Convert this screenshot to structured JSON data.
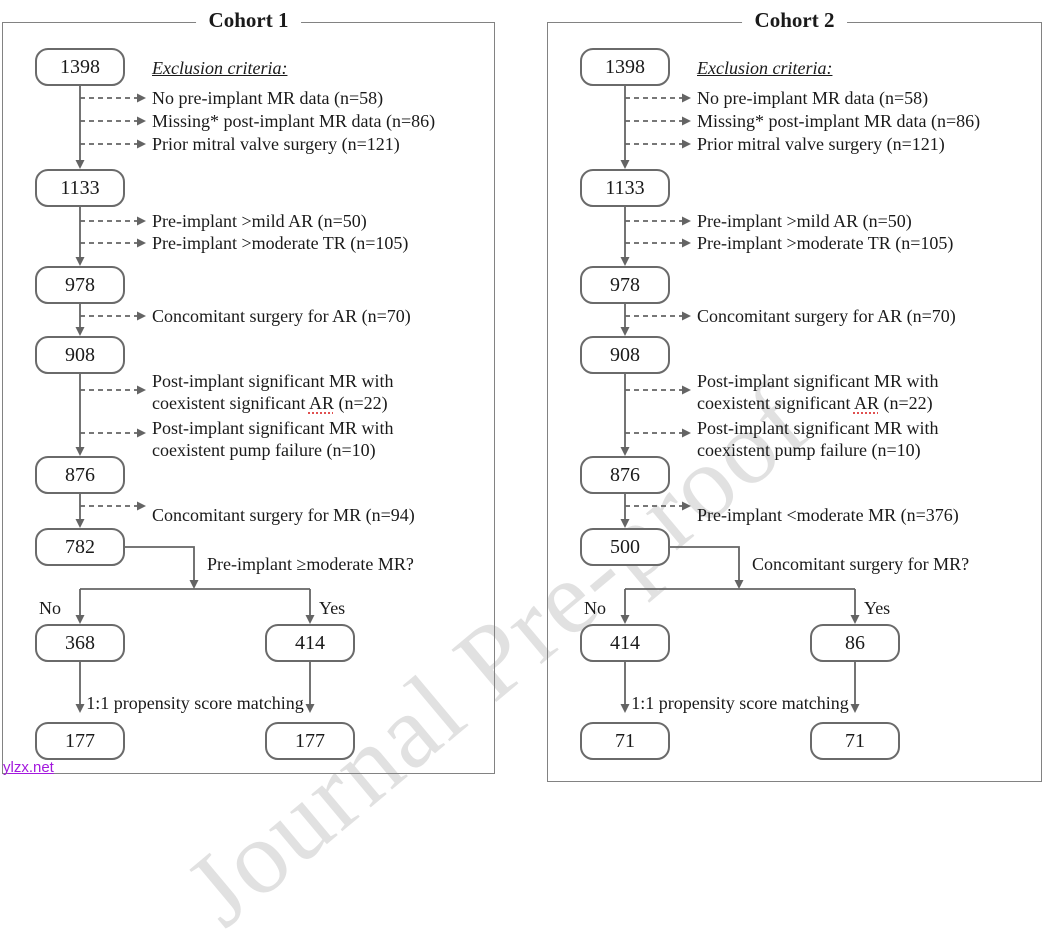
{
  "watermark": "Journal Pre-proof",
  "footer_link": "ylzx.net",
  "panels": [
    {
      "title": "Cohort 1",
      "exclusion_heading": "Exclusion criteria:",
      "flow_boxes": {
        "n1": "1398",
        "n2": "1133",
        "n3": "978",
        "n4": "908",
        "n5": "876",
        "n6": "782"
      },
      "criteria": [
        {
          "text": "No pre-implant MR data (n=58)"
        },
        {
          "text": "Missing* post-implant MR data (n=86)"
        },
        {
          "text": "Prior mitral valve surgery (n=121)"
        },
        {
          "text": "Pre-implant >mild AR (n=50)"
        },
        {
          "text": "Pre-implant >moderate TR (n=105)"
        },
        {
          "text": "Concomitant surgery for AR (n=70)"
        },
        {
          "line1": "Post-implant significant MR with",
          "line2_prefix": "coexistent significant ",
          "line2_marked": "AR",
          "line2_suffix": " (n=22)"
        },
        {
          "line1": "Post-implant significant MR with",
          "line2": "coexistent pump failure (n=10)"
        },
        {
          "text": "Concomitant surgery for MR (n=94)"
        }
      ],
      "branch": {
        "question": "Pre-implant ≥moderate MR?",
        "no_label": "No",
        "yes_label": "Yes",
        "no_value": "368",
        "yes_value": "414"
      },
      "matching": {
        "label": "1:1 propensity score matching",
        "left_value": "177",
        "right_value": "177"
      }
    },
    {
      "title": "Cohort 2",
      "exclusion_heading": "Exclusion criteria:",
      "flow_boxes": {
        "n1": "1398",
        "n2": "1133",
        "n3": "978",
        "n4": "908",
        "n5": "876",
        "n6": "500"
      },
      "criteria": [
        {
          "text": "No pre-implant MR data (n=58)"
        },
        {
          "text": "Missing* post-implant MR data (n=86)"
        },
        {
          "text": "Prior mitral valve surgery (n=121)"
        },
        {
          "text": "Pre-implant >mild AR (n=50)"
        },
        {
          "text": "Pre-implant >moderate TR (n=105)"
        },
        {
          "text": "Concomitant surgery for AR (n=70)"
        },
        {
          "line1": "Post-implant significant MR with",
          "line2_prefix": "coexistent significant ",
          "line2_marked": "AR",
          "line2_suffix": " (n=22)"
        },
        {
          "line1": "Post-implant significant MR with",
          "line2": "coexistent pump failure (n=10)"
        },
        {
          "text": "Pre-implant <moderate MR (n=376)"
        }
      ],
      "branch": {
        "question": "Concomitant surgery for MR?",
        "no_label": "No",
        "yes_label": "Yes",
        "no_value": "414",
        "yes_value": "86"
      },
      "matching": {
        "label": "1:1 propensity score matching",
        "left_value": "71",
        "right_value": "71"
      }
    }
  ]
}
